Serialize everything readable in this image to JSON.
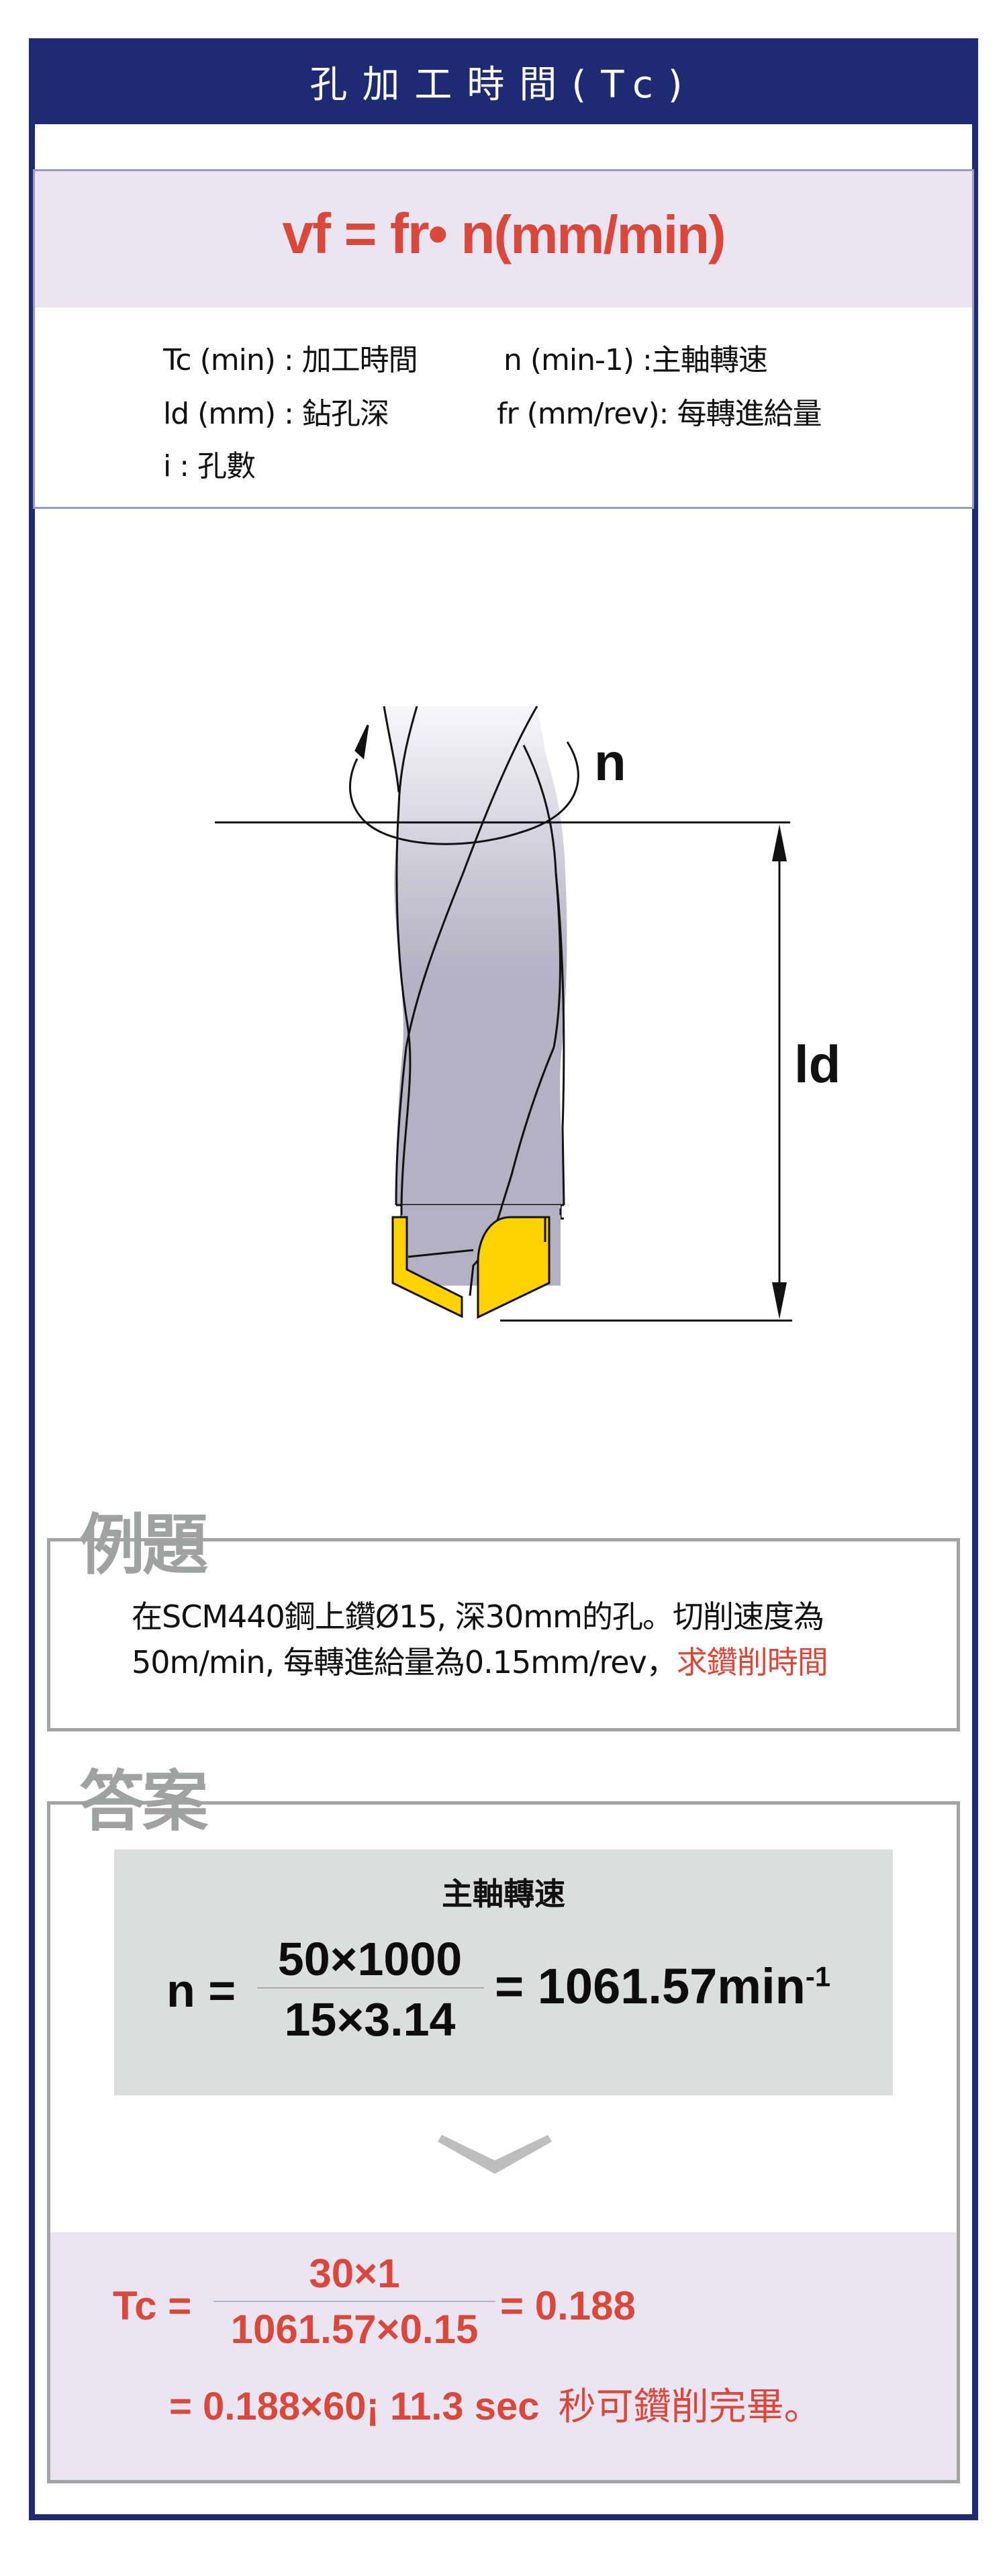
{
  "header": {
    "title": "孔加工時間(Tc)"
  },
  "formula": {
    "main": "vf = fr• n",
    "unit": "(mm/min)"
  },
  "legend": {
    "col1": [
      "Tc (min) : 加工時間",
      "ld (mm) : 鉆孔深",
      "i : 孔數"
    ],
    "col2": [
      "n (min-1) :主軸轉速",
      "fr (mm/rev): 每轉進給量"
    ]
  },
  "diagram": {
    "rotation_label": "n",
    "depth_label": "ld",
    "colors": {
      "drill_body": "#B3B1C2",
      "drill_top": "#F3F2F8",
      "insert": "#FFD100",
      "line": "#111111"
    }
  },
  "example": {
    "title": "例題",
    "line1": "在SCM440鋼上鑽Ø15, 深30mm的孔。切削速度為",
    "line2_plain": "50m/min, 每轉進給量為0.15mm/rev，",
    "line2_highlight": "求鑽削時間"
  },
  "answer": {
    "title": "答案",
    "spindle": {
      "title": "主軸轉速",
      "lhs": "n =",
      "numerator": "50×1000",
      "denominator": "15×3.14",
      "result": "= 1061.57min",
      "result_sup": "-1"
    },
    "chevron_icon": "chevron-down-icon",
    "time": {
      "lhs": "Tc =",
      "numerator": "30×1",
      "denominator": "1061.57×0.15",
      "result": "= 0.188",
      "line2": "= 0.188×60¡  11.3 sec",
      "line2_cjk": "秒可鑽削完畢。"
    }
  },
  "colors": {
    "navy": "#1E2A72",
    "accent_red": "#D9483A",
    "lavender": "#EAE5F2",
    "gray_panel": "#DCDEDE",
    "gray_border": "#A4A4A4"
  }
}
